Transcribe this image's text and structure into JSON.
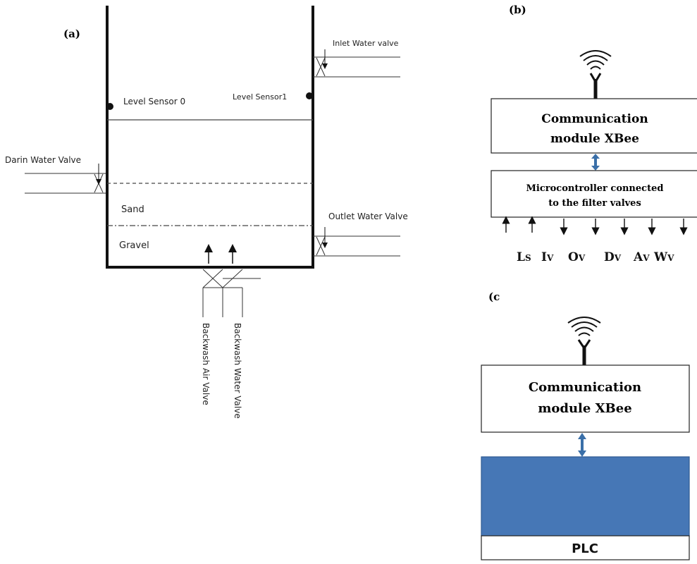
{
  "panel_a": {
    "label": "(a)",
    "level_sensor_0": "Level Sensor 0",
    "level_sensor_1": "Level Sensor1",
    "inlet_valve": "Inlet Water valve",
    "drain_valve": "Darin Water Valve",
    "outlet_valve": "Outlet Water Valve",
    "sand": "Sand",
    "gravel": "Gravel",
    "backwash_air": "Backwash Air Valve",
    "backwash_water": "Backwash Water Valve"
  },
  "panel_b": {
    "label": "(b)",
    "comm_line1": "Communication",
    "comm_line2": "module XBee",
    "mcu_line1": "Microcontroller connected",
    "mcu_line2": "to the filter valves",
    "signals": [
      {
        "main": "L",
        "sub": "S"
      },
      {
        "main": "I",
        "sub": "V"
      },
      {
        "main": "O",
        "sub": "V"
      },
      {
        "main": "D",
        "sub": "V"
      },
      {
        "main": "A",
        "sub": "V"
      },
      {
        "main": "W",
        "sub": "V"
      }
    ]
  },
  "panel_c": {
    "label": "(c",
    "comm_line1": "Communication",
    "comm_line2": "module XBee",
    "plc": "PLC"
  },
  "colors": {
    "line": "#111111",
    "link_arrow": "#3a6fa8",
    "plc_fill": "#4677b6"
  }
}
